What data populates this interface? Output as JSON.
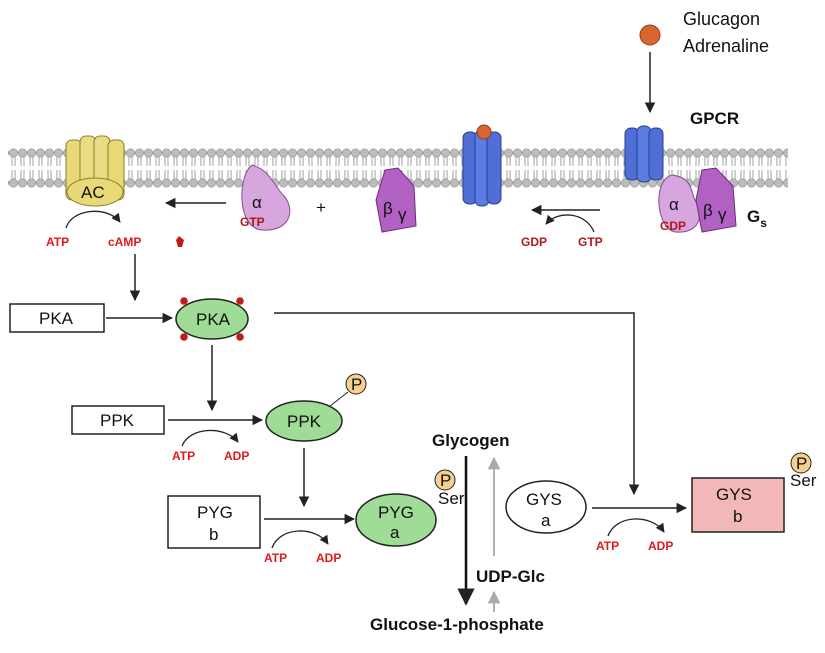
{
  "ligand": {
    "line1": "Glucagon",
    "line2": "Adrenaline",
    "color": "#d9652f"
  },
  "receptor": {
    "label": "GPCR",
    "color": "#4f6fd6"
  },
  "membrane": {
    "head_color": "#b9b9b9"
  },
  "ac": {
    "label": "AC",
    "color": "#e8d877",
    "atp": "ATP",
    "camp": "cAMP"
  },
  "g_alpha_gtp": {
    "alpha": "α",
    "nucleotide": "GTP",
    "color": "#d7a6df"
  },
  "plus": "+",
  "g_beta_gamma": {
    "beta": "β",
    "gamma": "γ",
    "color": "#b061c2"
  },
  "gs_complex": {
    "alpha": "α",
    "nucleotide": "GDP",
    "beta": "β",
    "gamma": "γ",
    "label": "G",
    "subscript": "s"
  },
  "exchange": {
    "gdp": "GDP",
    "gtp": "GTP"
  },
  "pka": {
    "inactive": "PKA",
    "active": "PKA",
    "active_color": "#9fdc95"
  },
  "ppk": {
    "inactive": "PPK",
    "active": "PPK",
    "phospho": "P",
    "atp": "ATP",
    "adp": "ADP"
  },
  "pyg": {
    "inactive_line1": "PYG",
    "inactive_line2": "b",
    "active_line1": "PYG",
    "active_line2": "a",
    "phospho": "P",
    "site": "Ser",
    "atp": "ATP",
    "adp": "ADP"
  },
  "gys": {
    "active_line1": "GYS",
    "active_line2": "a",
    "inactive_line1": "GYS",
    "inactive_line2": "b",
    "phospho": "P",
    "site": "Ser",
    "atp": "ATP",
    "adp": "ADP",
    "inactive_color": "#f2b7b7"
  },
  "metabolites": {
    "glycogen": "Glycogen",
    "udp_glc": "UDP-Glc",
    "g1p": "Glucose-1-phosphate"
  },
  "phospho_color": "#f6d08e"
}
